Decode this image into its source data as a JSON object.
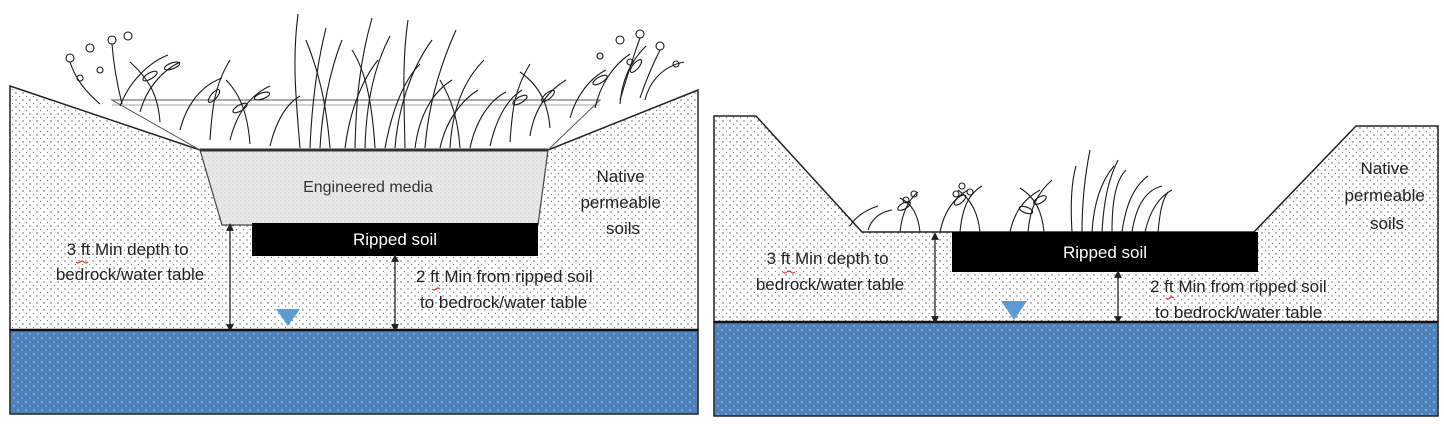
{
  "figure_description_panels": [
    {
      "id": "left",
      "media_label": "Engineered media",
      "native_label_lines": [
        "Native",
        "permeable",
        "soils"
      ],
      "ripped_label": "Ripped soil",
      "depth_label_lines": [
        "3 ft Min depth to",
        "bedrock/water table"
      ],
      "ripped_depth_label_lines": [
        "2 ft Min from ripped soil",
        "to  bedrock/water table"
      ]
    },
    {
      "id": "right",
      "native_label_lines": [
        "Native",
        "permeable",
        "soils"
      ],
      "ripped_label": "Ripped soil",
      "depth_label_lines": [
        "3 ft Min depth to",
        "bedrock/water table"
      ],
      "ripped_depth_label_lines": [
        "2 ft Min from ripped soil",
        "to  bedrock/water table"
      ]
    }
  ],
  "colors": {
    "water": "#4f81bd",
    "water_dots": "#c6d8ee",
    "soil_dots": "#555555",
    "ripped_soil": "#000000",
    "media": "#e6e6e6",
    "outline": "#222222",
    "water_table_marker": "#5b9bd5"
  },
  "icons": [
    "water-table-triangle-icon",
    "dimension-arrow-icon",
    "plant-icon"
  ]
}
